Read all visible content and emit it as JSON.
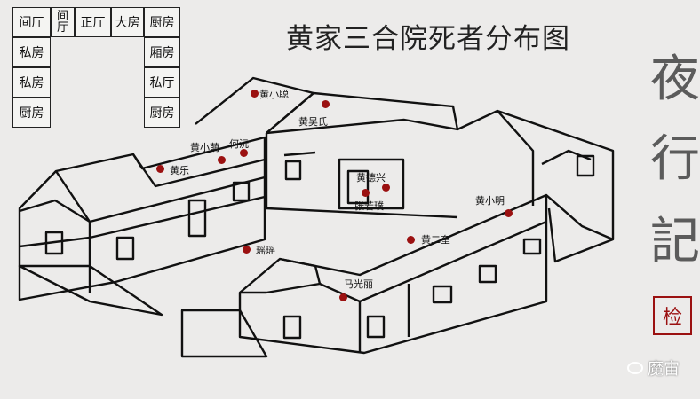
{
  "title": "黄家三合院死者分布图",
  "legend_grid": {
    "row1": [
      "间厅",
      "间\n厅",
      "正厅",
      "大房",
      "厨房"
    ],
    "left": [
      "私房",
      "私房",
      "厨房"
    ],
    "right": [
      "厢房",
      "私厅",
      "厨房"
    ]
  },
  "people": {
    "huang_xiaocong": "黄小聪",
    "huang_wushi": "黄吴氏",
    "huang_xiaomeng": "黄小萌",
    "he_yuan": "何沅",
    "huang_le": "黄乐",
    "huang_dexing": "黄德兴",
    "zhang_ruojing": "张若璞",
    "huang_xiaoming": "黄小明",
    "yao_yao": "瑶瑶",
    "huang_erkui": "黄二奎",
    "ma_guangli": "马光丽"
  },
  "brand": {
    "chars": [
      "夜",
      "行",
      "記"
    ],
    "seal": "检",
    "watermark": "魔宙"
  },
  "colors": {
    "background": "#ecebea",
    "marker": "#9b1111",
    "line": "#111111"
  }
}
